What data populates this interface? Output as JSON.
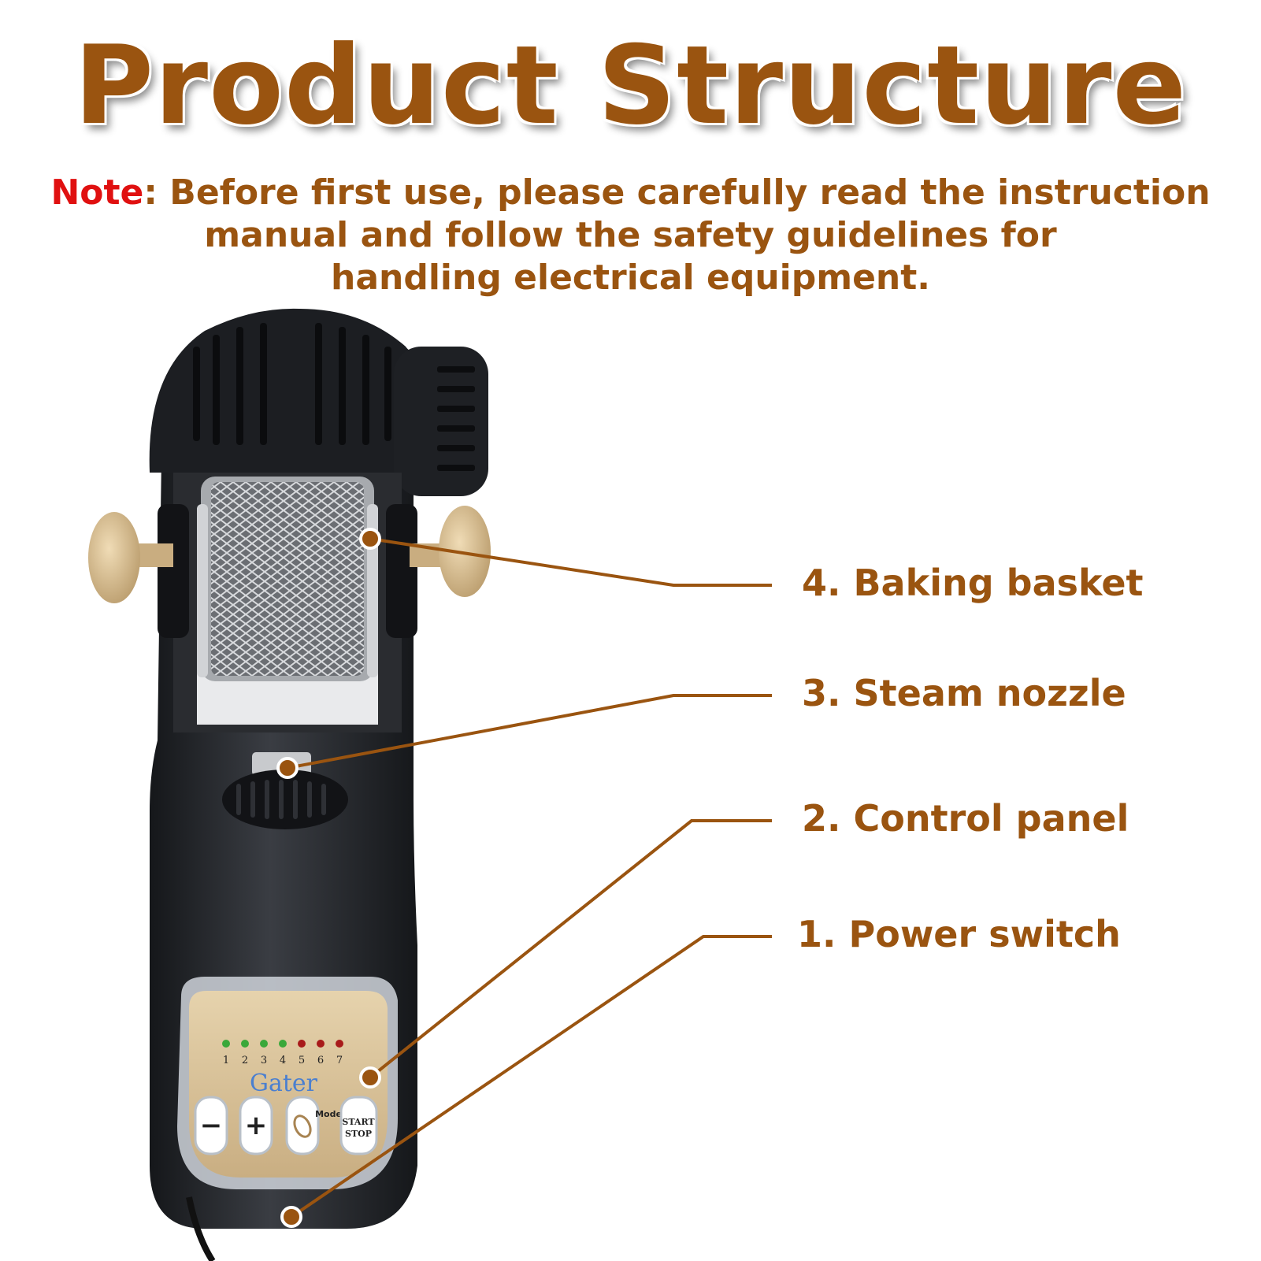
{
  "title": "Product Structure",
  "note": {
    "prefix": "Note",
    "lines": [
      ": Before first use, please carefully read the instruction",
      "manual and follow the safety guidelines for",
      "handling electrical equipment."
    ]
  },
  "callouts": [
    {
      "label": "4. Baking basket"
    },
    {
      "label": "3. Steam nozzle"
    },
    {
      "label": "2. Control panel"
    },
    {
      "label": "1. Power switch"
    }
  ],
  "control_panel": {
    "indicator_numbers": [
      "1",
      "2",
      "3",
      "4",
      "5",
      "6",
      "7"
    ],
    "brand": "Gater",
    "minus_label": "−",
    "plus_label": "+",
    "mode_label": "Mode",
    "start_label": "START",
    "stop_label": "STOP"
  },
  "colors": {
    "accent": "#9a5410",
    "note_highlight": "#e01010",
    "body": "#202226",
    "panel": "#d9c29a",
    "led_green": "#3aa83a",
    "led_red": "#a81a1a"
  }
}
